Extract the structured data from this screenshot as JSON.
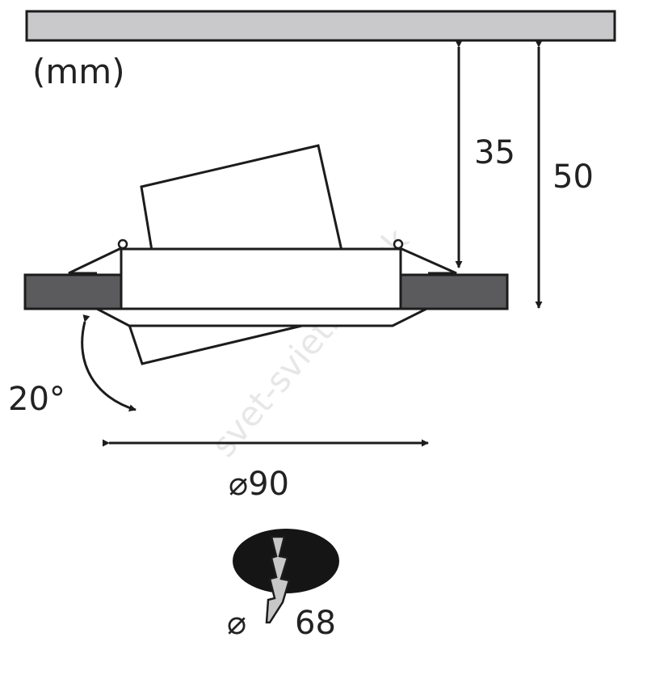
{
  "diagram": {
    "unit_label": "(mm)",
    "dimensions": {
      "recess_depth": "35",
      "total_depth": "50",
      "tilt_angle": "20°",
      "outer_diameter": "⌀90",
      "cutout_diameter_symbol": "⌀",
      "cutout_diameter_value": "68"
    },
    "watermark": "svet-svietidiel.sk",
    "colors": {
      "ceiling_fill": "#c9c9cb",
      "ceiling_panel_fill": "#5b5b5d",
      "line": "#1c1c1c",
      "cutout_fill": "#151515",
      "drywall_icon_fill": "#c7c7c7"
    }
  }
}
